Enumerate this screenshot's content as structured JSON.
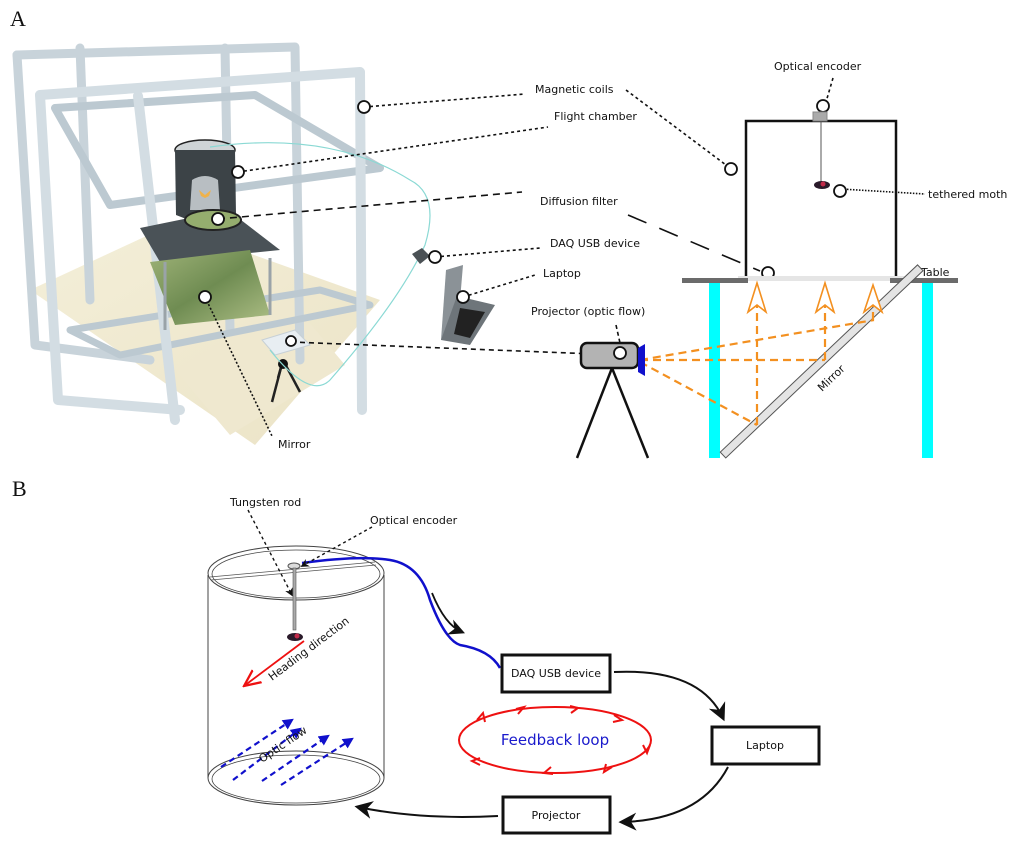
{
  "panels": {
    "a_label": "A",
    "b_label": "B"
  },
  "panel_a": {
    "callouts": {
      "magnetic_coils": "Magnetic coils",
      "flight_chamber": "Flight chamber",
      "diffusion_filter": "Diffusion filter",
      "daq_usb_device": "DAQ USB device",
      "laptop": "Laptop",
      "projector": "Projector (optic flow)",
      "mirror": "Mirror",
      "optical_encoder": "Optical encoder",
      "tethered_moth": "tethered moth",
      "table": "Table",
      "mirror_schematic": "Mirror"
    }
  },
  "panel_b": {
    "labels": {
      "tungsten_rod": "Tungsten rod",
      "optical_encoder": "Optical encoder",
      "heading_direction": "Heading direction",
      "optic_flow": "Optic flow",
      "feedback_loop": "Feedback loop"
    },
    "boxes": {
      "daq": "DAQ USB device",
      "laptop": "Laptop",
      "projector": "Projector"
    }
  },
  "colors": {
    "cyan_legs": "#00ffff",
    "orange_light": "#f39020",
    "blue_cable": "#1010cc",
    "red_loop": "#ee1111",
    "feedback_text": "#1a1acc",
    "coil_frame": "#c8d3da",
    "table_gray": "#6b6b6b"
  }
}
